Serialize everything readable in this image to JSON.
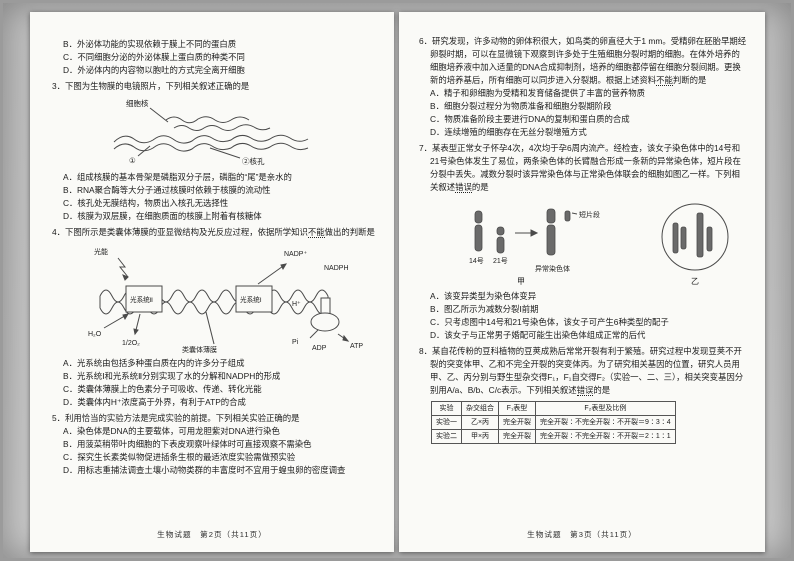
{
  "colors": {
    "scan_bg": "#c6c6c6",
    "page_bg": "#fafaf7",
    "ink": "#1c1c1c"
  },
  "left_page": {
    "pre_options": [
      "B．外泌体功能的实现依赖于膜上不同的蛋白质",
      "C．不同细胞分泌的外泌体膜上蛋白质的种类不同",
      "D．外泌体内的内容物以胞吐的方式完全离开细胞"
    ],
    "q3": {
      "stem": "3．下图为生物膜的电镜照片，下列相关叙述正确的是",
      "diagram": {
        "nucleus": "细胞核",
        "membrane_no": "①",
        "pore": "②核孔"
      },
      "options": [
        "A．组成核膜的基本骨架是磷脂双分子层，磷脂的“尾”是亲水的",
        "B．RNA聚合酶等大分子通过核膜时依赖于核膜的流动性",
        "C．核孔处无膜结构，物质出入核孔无选择性",
        "D．核膜为双层膜，在细胞质面的核膜上附着有核糖体"
      ]
    },
    "q4": {
      "stem_pre": "4．下图所示是类囊体薄膜的亚显微结构及光反应过程，依据所学知识",
      "stem_emph": "不能",
      "stem_post": "做出的判断是",
      "diagram": {
        "light": "光能",
        "ps2": "光系统Ⅱ",
        "ps1": "光系统Ⅰ",
        "nadp": "NADP⁺",
        "nadph": "NADPH",
        "h2o": "H₂O",
        "o2": "1/2O₂",
        "hplus": "H⁺",
        "pi": "Pi",
        "adp": "ADP",
        "atp": "ATP",
        "membrane": "类囊体薄膜"
      },
      "options": [
        "A．光系统由包括多种蛋白质在内的许多分子组成",
        "B．光系统Ⅰ和光系统Ⅱ分别实现了水的分解和NADPH的形成",
        "C．类囊体薄膜上的色素分子可吸收、传递、转化光能",
        "D．类囊体内H⁺浓度高于外界，有利于ATP的合成"
      ]
    },
    "q5": {
      "stem": "5．利用恰当的实验方法是完成实验的前提。下列相关实验正确的是",
      "options": [
        "A．染色体是DNA的主要载体，可用龙胆紫对DNA进行染色",
        "B．用菠菜稍带叶肉细胞的下表皮观察叶绿体时可直接观察不需染色",
        "C．探究生长素类似物促进插条生根的最适浓度实验需做预实验",
        "D．用标志重捕法调查土壤小动物类群的丰富度时不宜用于蝗虫卵的密度调查"
      ]
    },
    "footer": "生物试题　第2页（共11页）"
  },
  "right_page": {
    "q6": {
      "stem_pre": "6．研究发现，许多动物的卵体积很大，如鸟类的卵直径大于1 mm。受精卵在胚胎早期经卵裂时期，可以在显微镜下观察到许多处于生殖细胞分裂时期的细胞。在体外培养的细胞培养液中加入适量的DNA合成抑制剂，培养的细胞都停留在细胞分裂间期。更换新的培养基后，所有细胞可以同步进入分裂期。根据上述资料",
      "stem_emph": "不能",
      "stem_post": "判断的是",
      "options": [
        "A．精子和卵细胞为受精和发育储备提供了丰富的营养物质",
        "B．细胞分裂过程分为物质准备和细胞分裂期阶段",
        "C．物质准备阶段主要进行DNA的复制和蛋白质的合成",
        "D．连续增殖的细胞存在无丝分裂增殖方式"
      ]
    },
    "q7": {
      "stem_pre": "7．某表型正常女子怀孕4次，4次均于孕6周内流产。经检查，该女子染色体中的14号和21号染色体发生了易位，两条染色体的长臂融合形成一条新的异常染色体，短片段在分裂中丢失。减数分裂时该异常染色体与正常染色体联会的细胞如图乙一样。下列相关叙述",
      "stem_emph": "错误",
      "stem_post": "的是",
      "diagram": {
        "chr14": "14号",
        "chr21": "21号",
        "abnormal": "异常染色体",
        "fragment": "短片段",
        "jia": "甲",
        "yi": "乙"
      },
      "options": [
        "A．该变异类型为染色体变异",
        "B．图乙所示为减数分裂Ⅰ前期",
        "C．只考虑图中14号和21号染色体，该女子可产生6种类型的配子",
        "D．该女子与正常男子婚配可能生出染色体组成正常的后代"
      ]
    },
    "q8": {
      "stem_pre": "8．某自花传粉的豆科植物的豆荚成熟后常常开裂有利于繁殖。研究过程中发现豆荚不开裂的突变体甲、乙和不完全开裂的突变体丙。为了研究相关基因的位置，研究人员用甲、乙、丙分别与野生型杂交得F₁，F₁自交得F₂（实验一、二、三），相关突变基因分别用A/a、B/b、C/c表示。下列相关叙述",
      "stem_emph": "错误",
      "stem_post": "的是",
      "table": {
        "headers": [
          "实验",
          "杂交组合",
          "F₁表型",
          "F₂表型及比例"
        ],
        "rows": [
          [
            "实验一",
            "乙×丙",
            "完全开裂",
            "完全开裂∶不完全开裂∶不开裂＝9∶3∶4"
          ],
          [
            "实验二",
            "甲×丙",
            "完全开裂",
            "完全开裂∶不完全开裂∶不开裂＝2∶1∶1"
          ]
        ]
      }
    },
    "footer": "生物试题　第3页（共11页）"
  }
}
